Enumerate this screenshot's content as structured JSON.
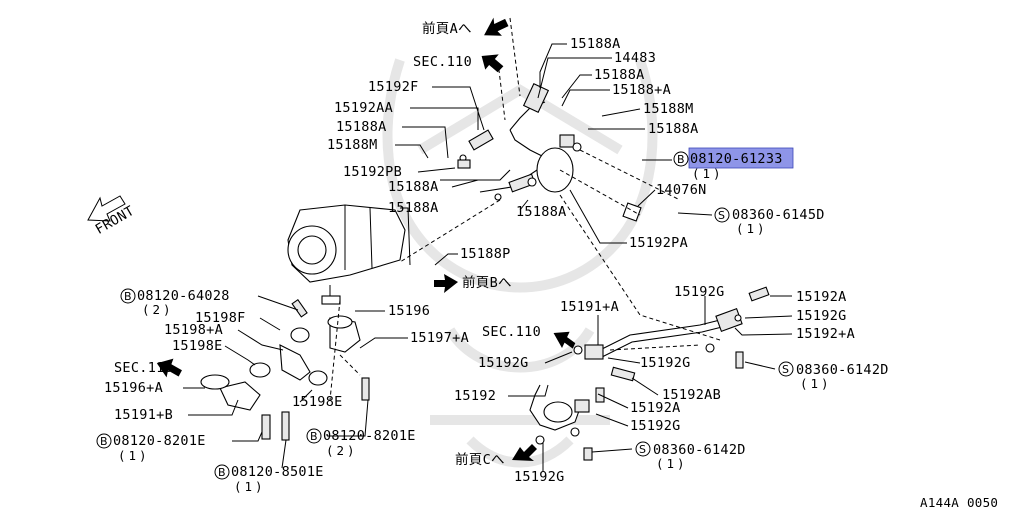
{
  "diagram": {
    "figure_code": "A144A 0050",
    "front_label": "FRONT",
    "circle_bolt": "B",
    "circle_screw": "S",
    "arrows": {
      "prev_page_a": "前頁Aへ",
      "prev_page_b": "前頁Bへ",
      "prev_page_c": "前頁Cへ",
      "sec110_top": "SEC.110",
      "sec110_left": "SEC.110",
      "sec110_mid": "SEC.110"
    },
    "parts": {
      "p15188A_1": "15188A",
      "p14483": "14483",
      "p15188A_2": "15188A",
      "p15188plusA": "15188+A",
      "p15188M_r": "15188M",
      "p15188A_3": "15188A",
      "p08120_61233": "08120-61233",
      "p08120_61233_qty": "(1)",
      "p14076N": "14076N",
      "p08360_6145D": "08360-6145D",
      "p08360_6145D_qty": "(1)",
      "p15192PA": "15192PA",
      "p15192F": "15192F",
      "p15192AA": "15192AA",
      "p15188A_l1": "15188A",
      "p15188M_l": "15188M",
      "p15192PB": "15192PB",
      "p15188A_l2": "15188A",
      "p15188A_c": "15188A",
      "p15188A_c2": "15188A",
      "p15188P": "15188P",
      "p08120_64028": "08120-64028",
      "p08120_64028_qty": "(2)",
      "p15198F": "15198F",
      "p15198plusA": "15198+A",
      "p15198E_1": "15198E",
      "p15196": "15196",
      "p15197plusA": "15197+A",
      "p15196plusA": "15196+A",
      "p15191plusB": "15191+B",
      "p15198E_2": "15198E",
      "p08120_8201E_l": "08120-8201E",
      "p08120_8201E_l_qty": "(1)",
      "p08120_8201E_c": "08120-8201E",
      "p08120_8201E_c_qty": "(2)",
      "p08120_8501E": "08120-8501E",
      "p08120_8501E_qty": "(1)",
      "p15192G_top": "15192G",
      "p15192A_r": "15192A",
      "p15192G_r": "15192G",
      "p15192plusA": "15192+A",
      "p08360_6142D_1": "08360-6142D",
      "p08360_6142D_1_qty": "(1)",
      "p15191plusA": "15191+A",
      "p15192G_l": "15192G",
      "p15192G_m": "15192G",
      "p15192AB": "15192AB",
      "p15192": "15192",
      "p15192A_b": "15192A",
      "p15192G_b": "15192G",
      "p08360_6142D_2": "08360-6142D",
      "p08360_6142D_2_qty": "(1)",
      "p15192G_bot": "15192G"
    }
  }
}
